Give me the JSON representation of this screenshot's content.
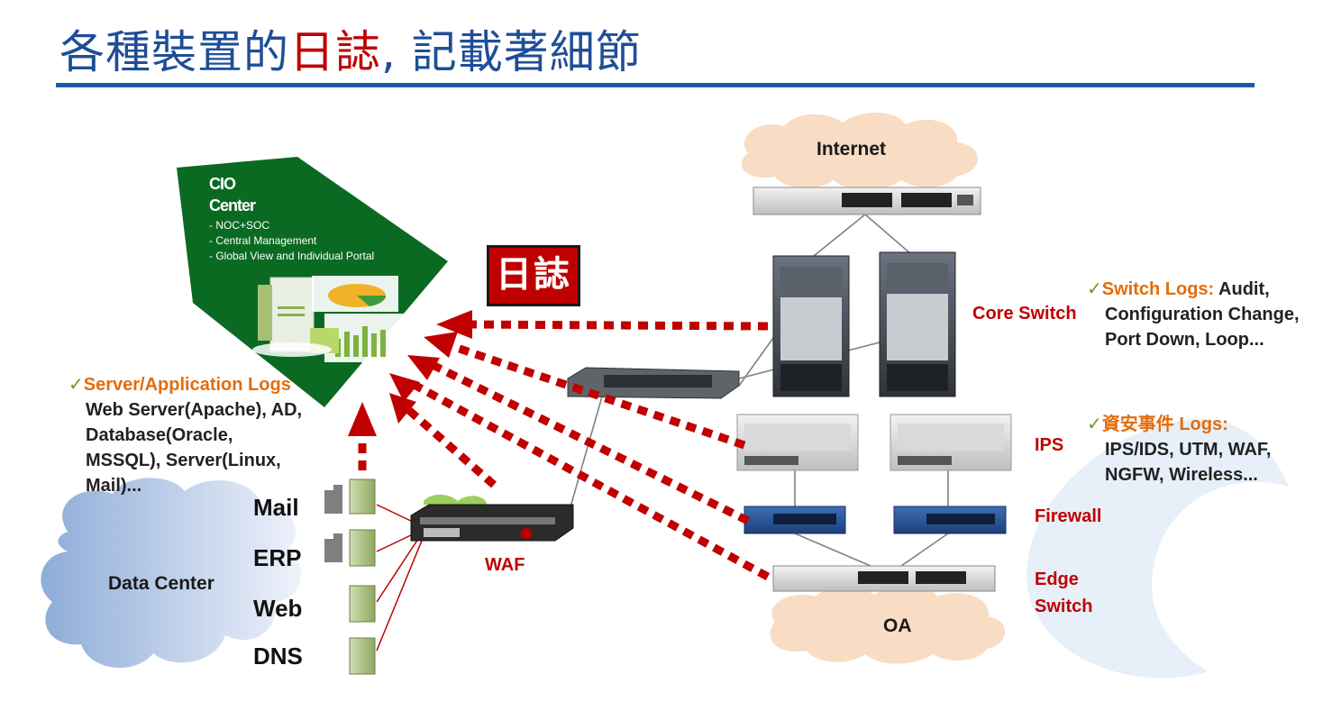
{
  "title": {
    "part1": "各種裝置的",
    "part2": "日誌",
    "part3": ", 記載著細節"
  },
  "cio": {
    "title_line1": "CIO",
    "title_line2": "Center",
    "bullets": [
      "- NOC+SOC",
      "- Central Management",
      "- Global View and Individual Portal"
    ]
  },
  "log_badge": "日誌",
  "clouds": {
    "internet": "Internet",
    "oa": "OA",
    "data_center": "Data Center"
  },
  "devices": {
    "core_switch": "Core Switch",
    "ips": "IPS",
    "firewall": "Firewall",
    "edge_switch_line1": "Edge",
    "edge_switch_line2": "Switch",
    "waf": "WAF"
  },
  "servers": [
    "Mail",
    "ERP",
    "Web",
    "DNS"
  ],
  "server_logs": {
    "check": "✓",
    "title": "Server/Application Logs",
    "lines": [
      "Web Server(Apache), AD,",
      "Database(Oracle,",
      "MSSQL), Server(Linux,",
      "Mail)..."
    ]
  },
  "switch_logs": {
    "check": "✓",
    "title": "Switch Logs:",
    "title_rest": " Audit,",
    "lines": [
      "Configuration Change,",
      "Port Down, Loop..."
    ]
  },
  "security_logs": {
    "check": "✓",
    "title": "資安事件 Logs:",
    "lines": [
      "IPS/IDS, UTM, WAF,",
      "NGFW, Wireless..."
    ]
  },
  "colors": {
    "title_blue": "#1f4e96",
    "accent_red": "#c00000",
    "orange": "#e46c0a",
    "cio_green": "#0b6a22"
  }
}
